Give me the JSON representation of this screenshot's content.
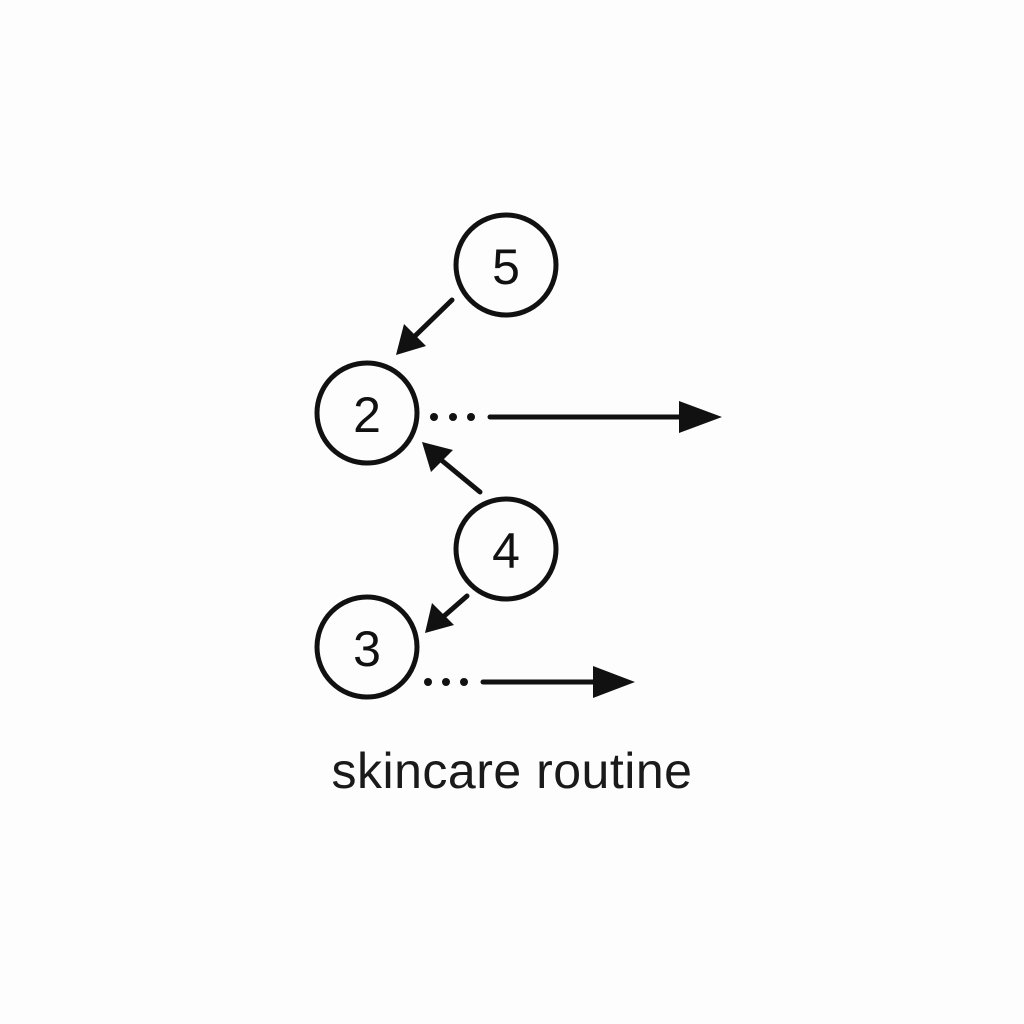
{
  "diagram": {
    "caption": "skincare routine",
    "nodes": [
      {
        "id": "5",
        "label": "5"
      },
      {
        "id": "2",
        "label": "2"
      },
      {
        "id": "4",
        "label": "4"
      },
      {
        "id": "3",
        "label": "3"
      }
    ],
    "edges": [
      {
        "from": "5",
        "to": "2",
        "style": "solid-arrow"
      },
      {
        "from": "4",
        "to": "2",
        "style": "solid-arrow"
      },
      {
        "from": "4",
        "to": "3",
        "style": "solid-arrow"
      },
      {
        "from": "2",
        "to": "right",
        "style": "dotted-then-solid-arrow"
      },
      {
        "from": "3",
        "to": "right",
        "style": "dotted-then-solid-arrow"
      }
    ],
    "colors": {
      "stroke": "#111111",
      "background": "#fdfdfd"
    }
  }
}
